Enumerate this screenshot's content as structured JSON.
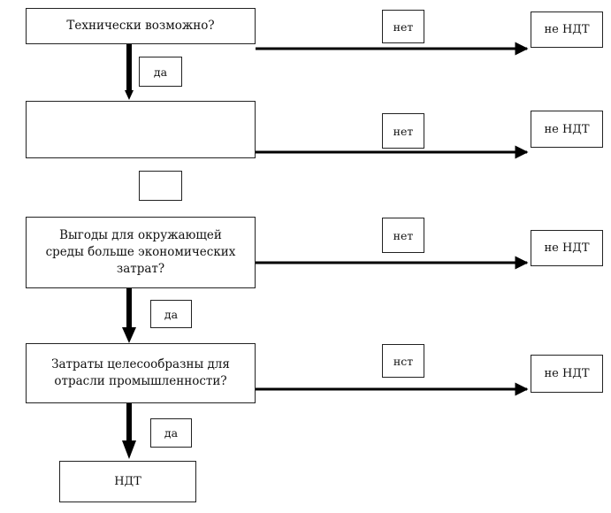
{
  "steps": [
    {
      "question": "Технически возможно?"
    },
    {
      "question": ""
    },
    {
      "question": "Выгоды для окружающей\nсреды больше экономических\nзатрат?"
    },
    {
      "question": "Затраты целесообразны для\nотрасли промышленности?"
    }
  ],
  "labels": {
    "no": [
      "нет",
      "нет",
      "нет",
      "нст"
    ],
    "yes": [
      "да",
      "",
      "да",
      "да"
    ]
  },
  "results": {
    "not_bat": [
      "не НДТ",
      "не НДТ",
      "не НДТ",
      "не НДТ"
    ],
    "bat": "НДТ"
  }
}
